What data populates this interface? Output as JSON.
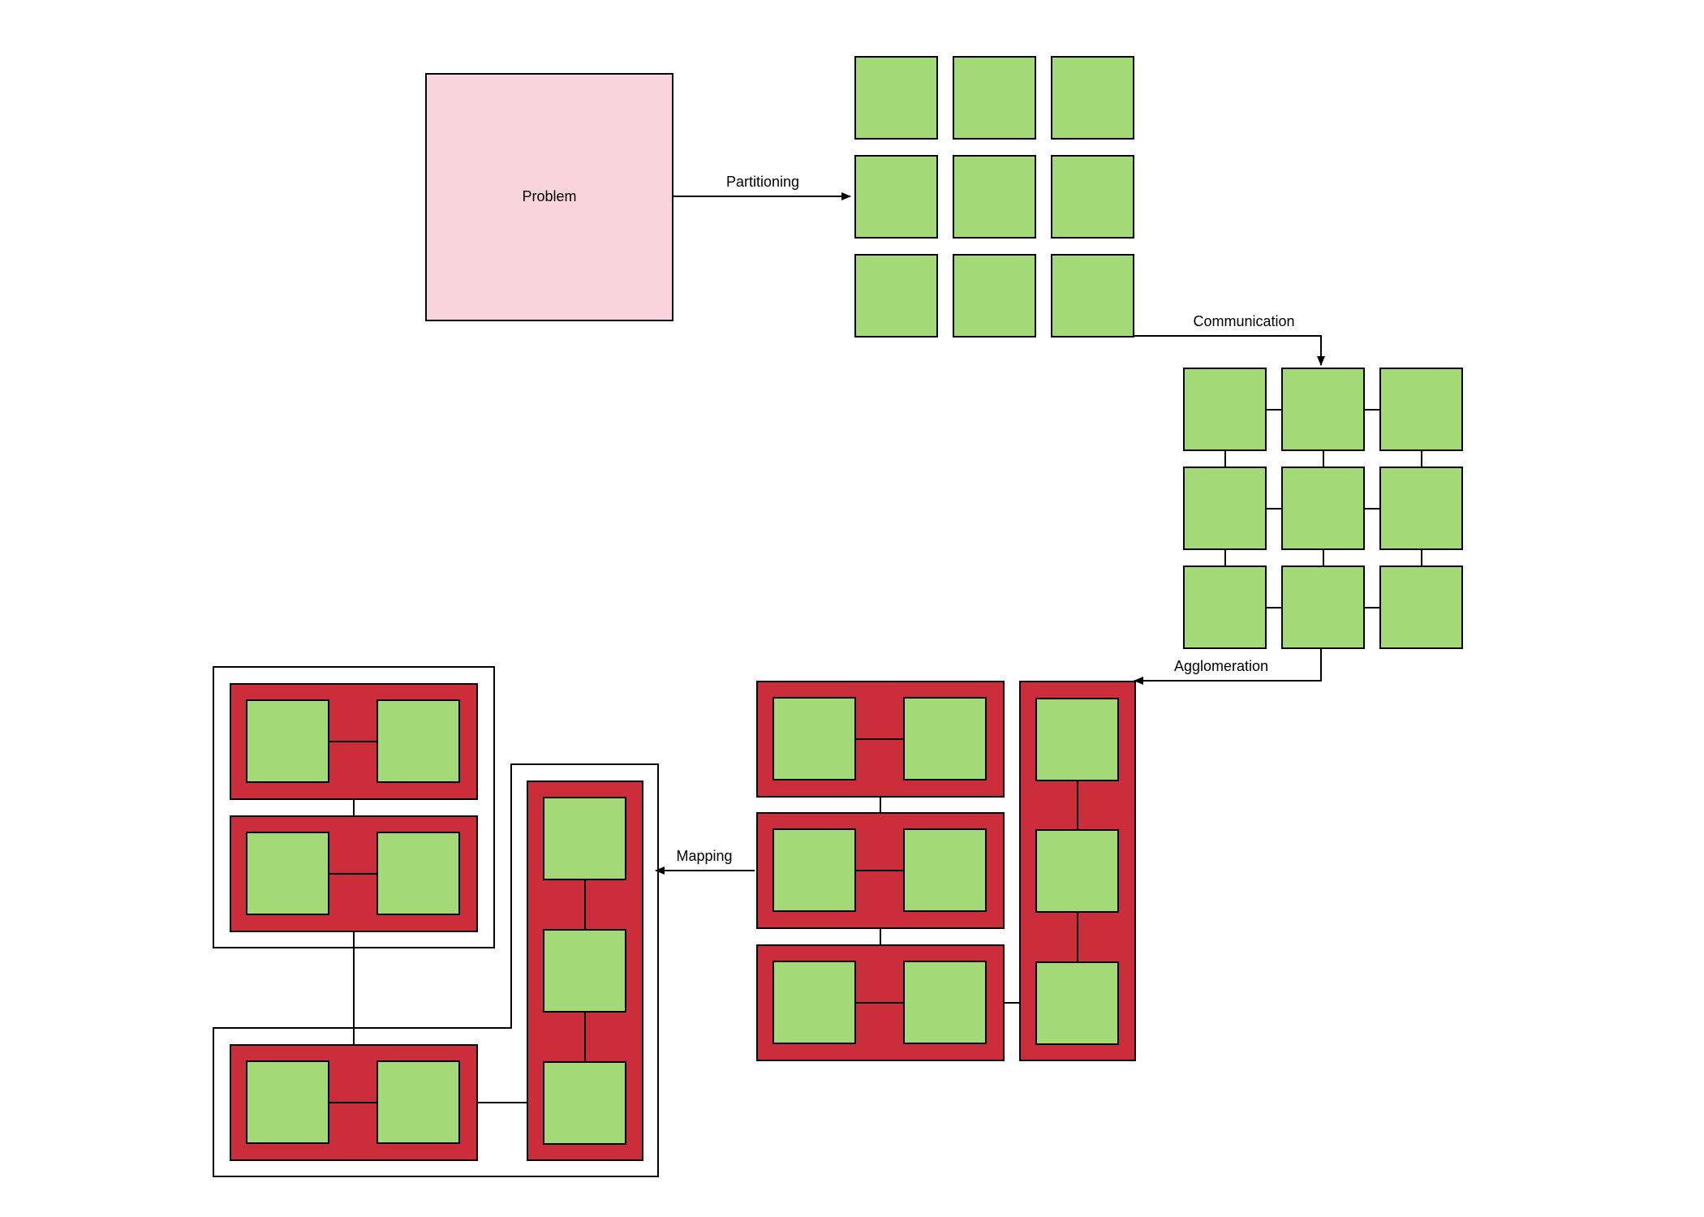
{
  "problem_label": "Problem",
  "edges": {
    "partitioning": "Partitioning",
    "communication": "Communication",
    "agglomeration": "Agglomeration",
    "mapping": "Mapping"
  },
  "colors": {
    "problem_fill": "#f9d3de",
    "task_fill": "#a3d977",
    "group_fill": "#cb2d3b",
    "stroke": "#000000",
    "background": "#ffffff"
  }
}
